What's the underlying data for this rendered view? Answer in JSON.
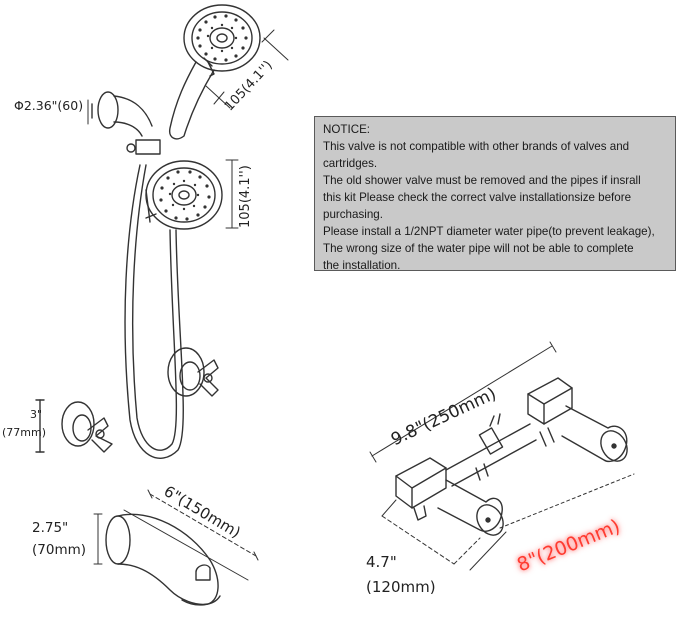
{
  "notice": {
    "lines": [
      "NOTICE:",
      "This valve is not compatible with other brands of valves and",
      "cartridges.",
      "The old shower valve must be removed and the pipes if insrall",
      "this kit Please check the correct valve installationsize before",
      "purchasing.",
      "Please install a 1/2NPT diameter water pipe(to prevent leakage),",
      "The wrong size of the water pipe will not be able to complete",
      "the installation."
    ]
  },
  "dimensions": {
    "arm_diameter": "Φ2.36\"(60)",
    "handheld_head": "105(4.1'')",
    "fixed_head": "105(4.1'')",
    "escutcheon_in": "3\"",
    "escutcheon_mm": "(77mm)",
    "spout_height_in": "2.75\"",
    "spout_height_mm": "(70mm)",
    "spout_length": "6\"(150mm)",
    "valve_width": "9.8\"(250mm)",
    "valve_depth": "8\"(200mm)",
    "valve_side_in": "4.7\"",
    "valve_side_mm": "(120mm)"
  },
  "colors": {
    "highlight": "#ff3b30",
    "notice_bg": "#c9c9c9",
    "line": "#333333"
  }
}
